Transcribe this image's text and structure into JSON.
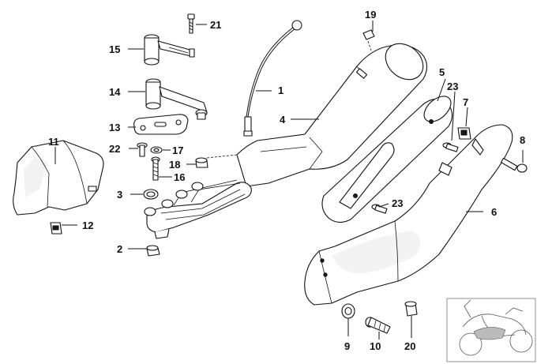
{
  "callouts": {
    "c1": "1",
    "c2": "2",
    "c3": "3",
    "c4": "4",
    "c5": "5",
    "c6": "6",
    "c7": "7",
    "c8": "8",
    "c9": "9",
    "c10": "10",
    "c11": "11",
    "c12": "12",
    "c13": "13",
    "c14": "14",
    "c15": "15",
    "c16": "16",
    "c17": "17",
    "c18": "18",
    "c19": "19",
    "c20": "20",
    "c21": "21",
    "c22": "22",
    "c23a": "23",
    "c23b": "23"
  }
}
